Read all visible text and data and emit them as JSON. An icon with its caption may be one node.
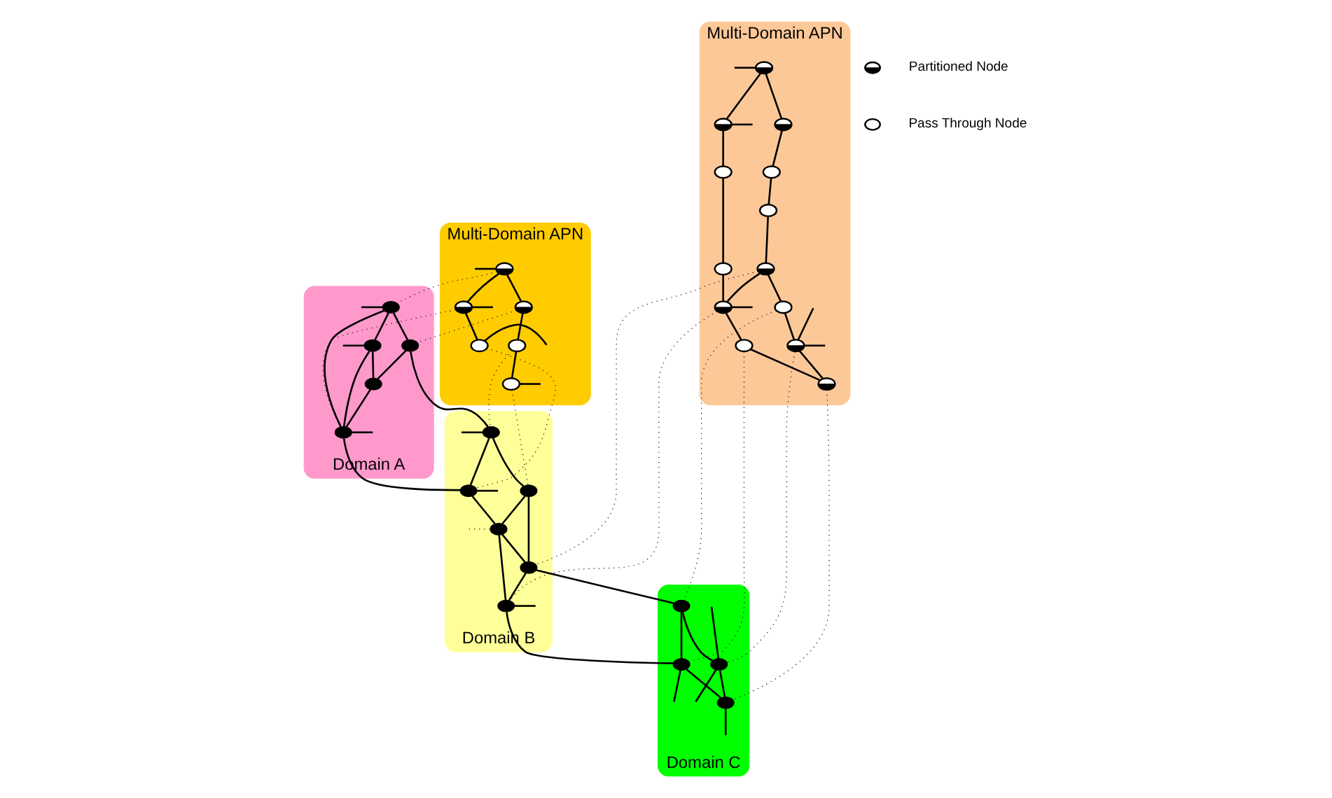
{
  "diagram": {
    "nodes": [
      {
        "text": [
          "Multi-Domain APN"
        ]
      },
      {
        "text": [],
        "shape": "circle",
        "in": 0
      },
      {
        "text": [],
        "shape": "circle",
        "in": 0
      },
      {
        "text": [],
        "shape": "circle",
        "in": 0
      },
      {
        "text": [],
        "shape": "circle",
        "in": 0
      },
      {
        "text": [],
        "shape": "circle",
        "in": 0
      },
      {
        "text": [],
        "shape": "circle",
        "in": 0
      },
      {
        "text": [],
        "shape": "circle",
        "in": 0
      },
      {
        "text": [],
        "shape": "circle",
        "in": 0
      },
      {
        "text": [],
        "shape": "circle",
        "in": 0
      },
      {
        "text": [],
        "shape": "circle",
        "in": 0
      },
      {
        "text": [],
        "shape": "circle",
        "in": 0
      },
      {
        "text": [],
        "shape": "circle",
        "in": 0
      },
      {
        "text": [],
        "shape": "circle",
        "in": 0
      },
      {
        "text": [
          "Multi-Domain APN"
        ]
      },
      {
        "text": [],
        "shape": "circle",
        "in": 14
      },
      {
        "text": [],
        "shape": "circle",
        "in": 14
      },
      {
        "text": [],
        "shape": "circle",
        "in": 14
      },
      {
        "text": [],
        "shape": "circle",
        "in": 14
      },
      {
        "text": [],
        "shape": "circle",
        "in": 14
      },
      {
        "text": [],
        "shape": "circle",
        "in": 14
      },
      {
        "text": [
          "Domain A"
        ]
      },
      {
        "text": [],
        "shape": "circle",
        "in": 21
      },
      {
        "text": [],
        "shape": "circle",
        "in": 21
      },
      {
        "text": [],
        "shape": "circle",
        "in": 21
      },
      {
        "text": [],
        "shape": "circle",
        "in": 21
      },
      {
        "text": [],
        "shape": "circle",
        "in": 21
      },
      {
        "text": [
          "Domain B"
        ]
      },
      {
        "text": [],
        "shape": "circle",
        "in": 27
      },
      {
        "text": [],
        "shape": "circle",
        "in": 27
      },
      {
        "text": [],
        "shape": "circle",
        "in": 27
      },
      {
        "text": [],
        "shape": "circle",
        "in": 27
      },
      {
        "text": [],
        "shape": "circle",
        "in": 27
      },
      {
        "text": [],
        "shape": "circle",
        "in": 27
      },
      {
        "text": [
          "Domain C"
        ]
      },
      {
        "text": [],
        "shape": "circle",
        "in": 34
      },
      {
        "text": [],
        "shape": "circle",
        "in": 34
      },
      {
        "text": [],
        "shape": "circle",
        "in": 34
      },
      {
        "text": [],
        "shape": "circle",
        "in": 34
      }
    ],
    "edges": [
      {
        "from": null,
        "to": 1,
        "arrow": "none"
      },
      {
        "from": 1,
        "to": 2,
        "arrow": "none"
      },
      {
        "from": 2,
        "to": 3,
        "arrow": "none"
      },
      {
        "from": 3,
        "to": 4,
        "arrow": "none"
      },
      {
        "from": 4,
        "to": 5,
        "arrow": "none"
      },
      {
        "from": 5,
        "to": 6,
        "arrow": "none"
      },
      {
        "from": 6,
        "to": 7,
        "arrow": "none"
      },
      {
        "from": 7,
        "to": null,
        "arrow": "none"
      },
      {
        "from": 7,
        "to": null,
        "arrow": "none"
      },
      {
        "from": 1,
        "to": 8,
        "arrow": "none"
      },
      {
        "from": 8,
        "to": 9,
        "arrow": "none"
      },
      {
        "from": 9,
        "to": 10,
        "arrow": "none"
      },
      {
        "from": 10,
        "to": 11,
        "arrow": "none"
      },
      {
        "from": 11,
        "to": 12,
        "arrow": "none"
      },
      {
        "from": 12,
        "to": 13,
        "arrow": "none"
      },
      {
        "from": 7,
        "to": 13,
        "arrow": "none"
      },
      {
        "from": 5,
        "to": 11,
        "arrow": "none"
      },
      {
        "from": 8,
        "to": null,
        "arrow": "none"
      },
      {
        "from": 11,
        "to": null,
        "arrow": "none"
      },
      {
        "from": null,
        "to": 15,
        "arrow": "none"
      },
      {
        "from": 15,
        "to": 16,
        "arrow": "none"
      },
      {
        "from": 16,
        "to": 17,
        "arrow": "none"
      },
      {
        "from": 17,
        "to": 18,
        "arrow": "none"
      },
      {
        "from": 18,
        "to": null,
        "arrow": "none"
      },
      {
        "from": 15,
        "to": 19,
        "arrow": "none"
      },
      {
        "from": 19,
        "to": 20,
        "arrow": "none"
      },
      {
        "from": 20,
        "to": null,
        "arrow": "none"
      },
      {
        "from": 19,
        "to": null,
        "arrow": "none"
      },
      {
        "from": null,
        "to": 22,
        "arrow": "none"
      },
      {
        "from": 22,
        "to": 23,
        "arrow": "none"
      },
      {
        "from": 22,
        "to": 25,
        "arrow": "none"
      },
      {
        "from": 22,
        "to": 26,
        "arrow": "none"
      },
      {
        "from": 23,
        "to": 24,
        "arrow": "none"
      },
      {
        "from": 24,
        "to": 26,
        "arrow": "none"
      },
      {
        "from": 25,
        "to": 24,
        "arrow": "none"
      },
      {
        "from": 25,
        "to": 26,
        "arrow": "none"
      },
      {
        "from": null,
        "to": 25,
        "arrow": "none"
      },
      {
        "from": 26,
        "to": null,
        "arrow": "none"
      },
      {
        "from": 23,
        "to": 28,
        "arrow": "none"
      },
      {
        "from": 26,
        "to": 29,
        "arrow": "none"
      },
      {
        "from": null,
        "to": 28,
        "arrow": "none"
      },
      {
        "from": 28,
        "to": 29,
        "arrow": "none"
      },
      {
        "from": 28,
        "to": 30,
        "arrow": "none"
      },
      {
        "from": 30,
        "to": 31,
        "arrow": "none"
      },
      {
        "from": 30,
        "to": 32,
        "arrow": "none"
      },
      {
        "from": 32,
        "to": 31,
        "arrow": "none"
      },
      {
        "from": 31,
        "to": 33,
        "arrow": "none"
      },
      {
        "from": 32,
        "to": 33,
        "arrow": "none"
      },
      {
        "from": 29,
        "to": 32,
        "arrow": "none"
      },
      {
        "from": 29,
        "to": null,
        "arrow": "none"
      },
      {
        "from": 33,
        "to": null,
        "arrow": "none"
      },
      {
        "from": 31,
        "to": 35,
        "arrow": "none"
      },
      {
        "from": 33,
        "to": 37,
        "arrow": "none"
      },
      {
        "from": 35,
        "to": 36,
        "arrow": "none"
      },
      {
        "from": 36,
        "to": null,
        "arrow": "none"
      },
      {
        "from": 36,
        "to": null,
        "arrow": "none"
      },
      {
        "from": 35,
        "to": 37,
        "arrow": "none"
      },
      {
        "from": 37,
        "to": 38,
        "arrow": "none"
      },
      {
        "from": 36,
        "to": 38,
        "arrow": "none"
      },
      {
        "from": 37,
        "to": null,
        "arrow": "none"
      },
      {
        "from": 38,
        "to": null,
        "arrow": "none"
      },
      {
        "from": 15,
        "to": 22,
        "arrow": "none",
        "style": "dashed"
      },
      {
        "from": 16,
        "to": 23,
        "arrow": "none",
        "style": "dashed"
      },
      {
        "from": 19,
        "to": 26,
        "arrow": "none",
        "style": "dashed"
      },
      {
        "from": 17,
        "to": 28,
        "arrow": "none",
        "style": "dashed"
      },
      {
        "from": 20,
        "to": 29,
        "arrow": "none",
        "style": "dashed"
      },
      {
        "from": 18,
        "to": 30,
        "arrow": "none",
        "style": "dashed"
      },
      {
        "from": null,
        "to": 32,
        "arrow": "none",
        "style": "dashed"
      },
      {
        "from": 5,
        "to": 31,
        "arrow": "none",
        "style": "dashed"
      },
      {
        "from": 11,
        "to": 33,
        "arrow": "none",
        "style": "dashed"
      },
      {
        "from": 12,
        "to": 37,
        "arrow": "none",
        "style": "dashed"
      },
      {
        "from": 6,
        "to": 35,
        "arrow": "none",
        "style": "dashed"
      },
      {
        "from": 7,
        "to": 36,
        "arrow": "none",
        "style": "dashed"
      },
      {
        "from": 13,
        "to": 38,
        "arrow": "none",
        "style": "dashed"
      }
    ],
    "legend": [
      {
        "text": "Partitioned Node"
      },
      {
        "text": "Pass Through Node"
      }
    ]
  }
}
